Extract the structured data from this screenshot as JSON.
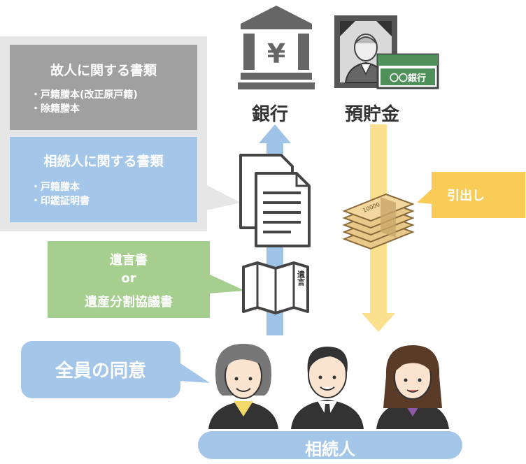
{
  "bank": {
    "label": "銀行",
    "icon_symbol": "¥"
  },
  "savings": {
    "label": "預貯金",
    "bankbook_label": "〇〇銀行"
  },
  "deceased_docs": {
    "title": "故人に関する書類",
    "items": [
      "戸籍謄本(改正原戸籍)",
      "除籍謄本"
    ]
  },
  "heir_docs": {
    "title": "相続人に関する書類",
    "items": [
      "戸籍謄本",
      "印鑑証明書"
    ]
  },
  "will": {
    "line1": "遺言書",
    "line2": "or",
    "line3": "遺産分割協議書",
    "booklet_label": "遺言"
  },
  "withdrawal": {
    "label": "引出し",
    "money_label": "10000"
  },
  "agreement": {
    "label": "全員の同意"
  },
  "heirs": {
    "label": "相続人"
  },
  "colors": {
    "blue": "#a4c6e8",
    "blue_arrow": "#9ec3e6",
    "yellow": "#f9cc57",
    "yellow_arrow": "#fbe08e",
    "green": "#a6ce8e",
    "gray": "#a0a0a0",
    "panel": "#e6e6e6"
  }
}
